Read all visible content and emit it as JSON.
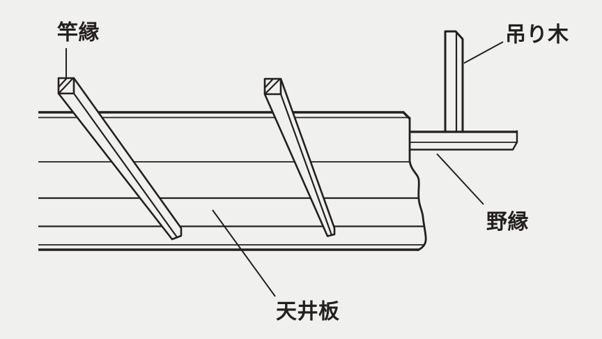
{
  "colors": {
    "background": "#f0f0ee",
    "ink": "#231f20"
  },
  "labels": {
    "saobuchi": "竿縁",
    "tsurigi": "吊り木",
    "nobuchi": "野縁",
    "tenjoita": "天井板"
  }
}
